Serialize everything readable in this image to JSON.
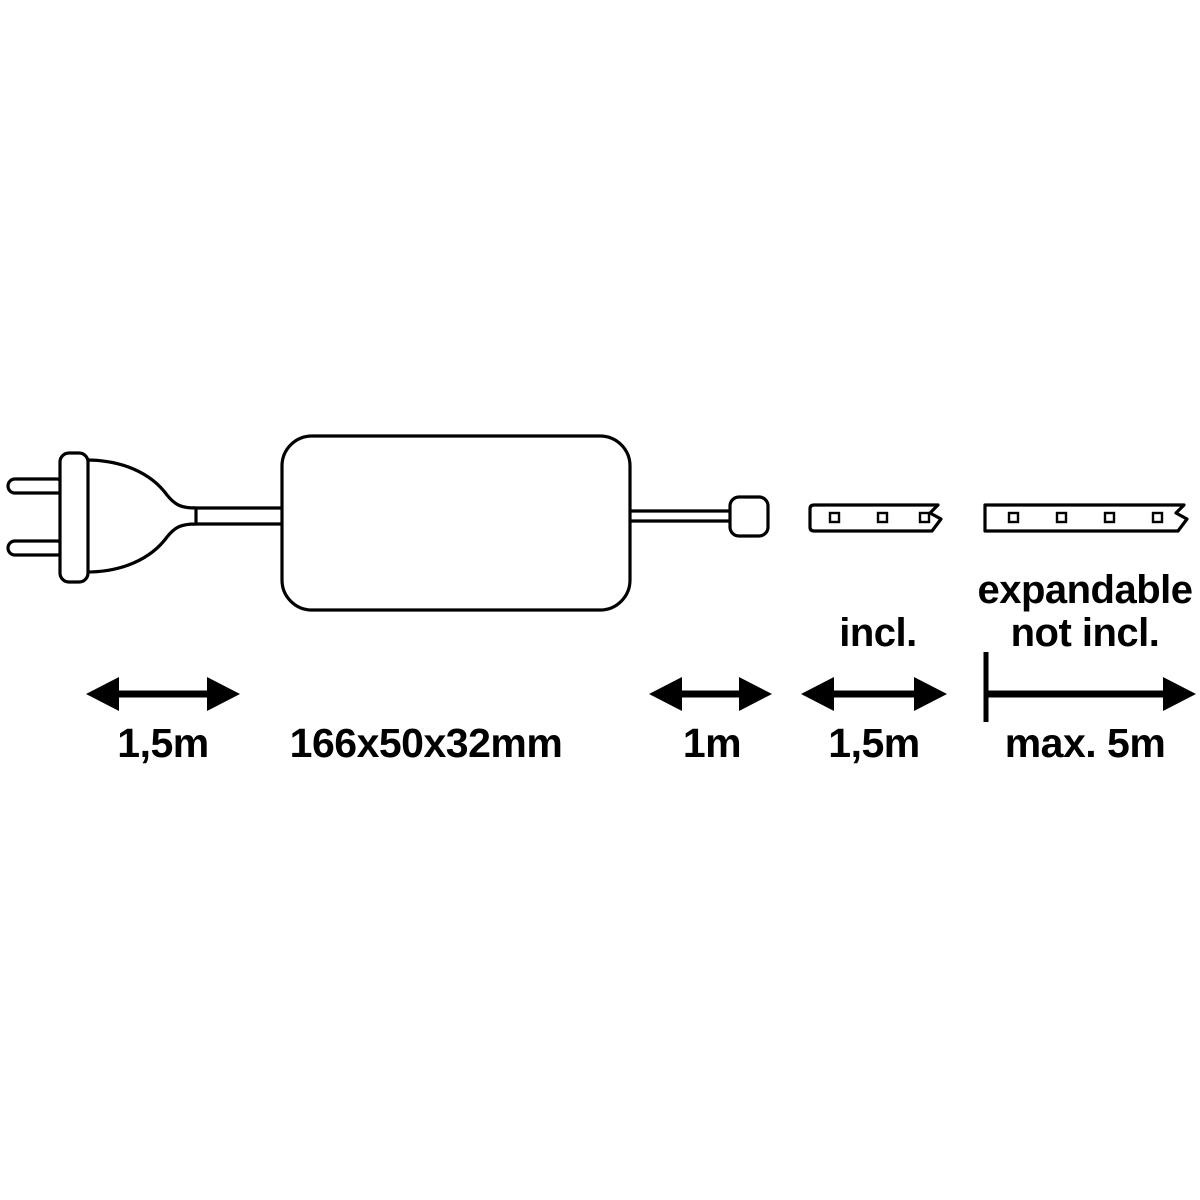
{
  "diagram": {
    "dimensions": {
      "plug_cable": "1,5m",
      "driver": "166x50x32mm",
      "output_cable": "1m",
      "included_strip": "1,5m",
      "max_expansion": "max. 5m"
    },
    "notes": {
      "included": "incl.",
      "expandable_line1": "expandable",
      "expandable_line2": "not incl."
    },
    "colors": {
      "line": "#000000",
      "background": "#ffffff"
    }
  }
}
